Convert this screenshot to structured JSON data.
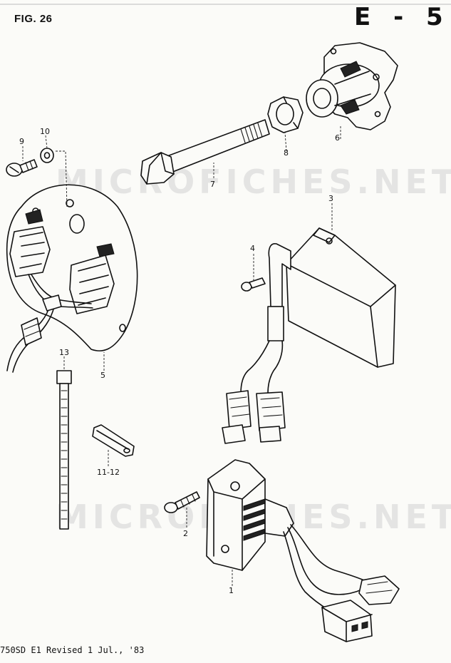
{
  "header": {
    "figure_label": "FIG. 26",
    "section_code": "E - 5"
  },
  "footer": {
    "revision_text": "750SD E1  Revised 1 Jul., '83"
  },
  "watermark": {
    "text": "MICROFICHES.NET"
  },
  "callouts": {
    "c1": "1",
    "c2": "2",
    "c3": "3",
    "c4": "4",
    "c5": "5",
    "c6": "6",
    "c7": "7",
    "c8": "8",
    "c9": "9",
    "c10": "10",
    "c1112": "11-12",
    "c13": "13"
  }
}
